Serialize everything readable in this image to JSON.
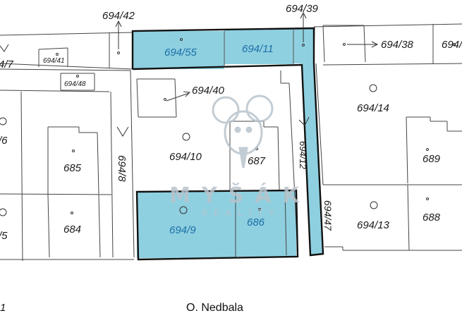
{
  "map": {
    "street_name": "O. Nedbala",
    "highlight_color": "#8fd0e0",
    "line_color": "#333333",
    "parcels": {
      "p694_42_top": "694/42",
      "p694_39": "694/39",
      "p694_7": "4/7",
      "p694_41": "694/41",
      "p694_48": "694/48",
      "p694_55": "694/55",
      "p694_11": "694/11",
      "p694_38": "694/38",
      "p694_38b": "694/",
      "p694_40": "694/40",
      "p694_14": "694/14",
      "p6_left": "/6",
      "p685": "685",
      "p694_8": "694/8",
      "p694_10": "694/10",
      "p687": "687",
      "p694_12": "694/12",
      "p689": "689",
      "p5_left": "/5",
      "p684": "684",
      "p694_9": "694/9",
      "p686": "686",
      "p694_47": "694/47",
      "p694_13": "694/13",
      "p688": "688",
      "p1_left": "1"
    },
    "watermark": {
      "brand": "MYŠÁK",
      "sub": "REALITY"
    }
  }
}
